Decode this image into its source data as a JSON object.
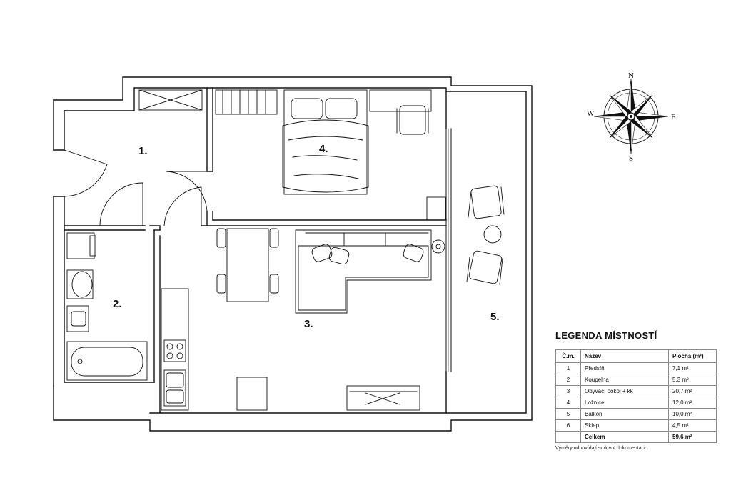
{
  "rooms": [
    {
      "number": "1.",
      "name": "Předsíň"
    },
    {
      "number": "2.",
      "name": "Koupelna"
    },
    {
      "number": "3.",
      "name": "Obývací pokoj + kk"
    },
    {
      "number": "4.",
      "name": "Ložnice"
    },
    {
      "number": "5.",
      "name": "Balkon"
    }
  ],
  "compass": {
    "north": "N",
    "south": "S",
    "east": "E",
    "west": "W"
  },
  "legend": {
    "title": "LEGENDA MÍSTNOSTÍ",
    "headers": [
      "Č.m.",
      "Název",
      "Plocha (m²)"
    ],
    "rows": [
      [
        "1",
        "Předsíň",
        "7,1 m²"
      ],
      [
        "2",
        "Koupelna",
        "5,3 m²"
      ],
      [
        "3",
        "Obývací pokoj + kk",
        "20,7 m²"
      ],
      [
        "4",
        "Ložnice",
        "12,0 m²"
      ],
      [
        "5",
        "Balkon",
        "10,0 m²"
      ],
      [
        "6",
        "Sklep",
        "4,5 m²"
      ]
    ],
    "total": [
      "",
      "Celkem",
      "59,6 m²"
    ],
    "note": "Výměry odpovídají smluvní dokumentaci."
  }
}
